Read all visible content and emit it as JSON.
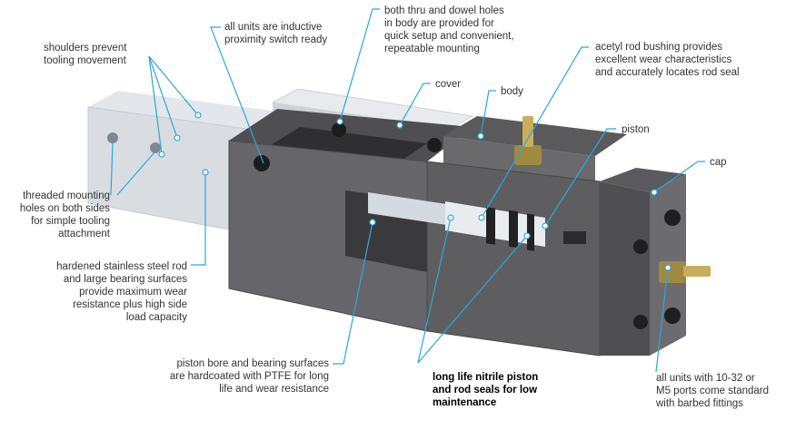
{
  "colors": {
    "leader": "#2aa7df",
    "text": "#333333",
    "body_dark": "#57575a",
    "body_mid": "#6f6f72",
    "cover": "#dfe1e5",
    "rod": "#cdd5db"
  },
  "labels": {
    "shoulders": [
      "shoulders prevent",
      "tooling movement"
    ],
    "inductive": [
      "all units are inductive",
      "proximity switch ready"
    ],
    "dowel": [
      "both thru and dowel holes",
      "in body are provided for",
      "quick setup and convenient,",
      "repeatable mounting"
    ],
    "acetyl": [
      "acetyl rod bushing provides",
      "excellent wear characteristics",
      "and accurately locates rod seal"
    ],
    "cover": "cover",
    "body": "body",
    "piston": "piston",
    "cap": "cap",
    "threaded": [
      "threaded mounting",
      "holes on both sides",
      "for simple tooling",
      "attachment"
    ],
    "hardened": [
      "hardened stainless steel rod",
      "and large bearing surfaces",
      "provide maximum wear",
      "resistance plus high side",
      "load capacity"
    ],
    "bore": [
      "piston bore and bearing surfaces",
      "are hardcoated with PTFE for long",
      "life and wear resistance"
    ],
    "nitrile": [
      "long life nitrile piston",
      "and rod seals for low",
      "maintenance"
    ],
    "ports": [
      "all units with 10-32 or",
      "M5 ports come standard",
      "with barbed fittings"
    ]
  }
}
